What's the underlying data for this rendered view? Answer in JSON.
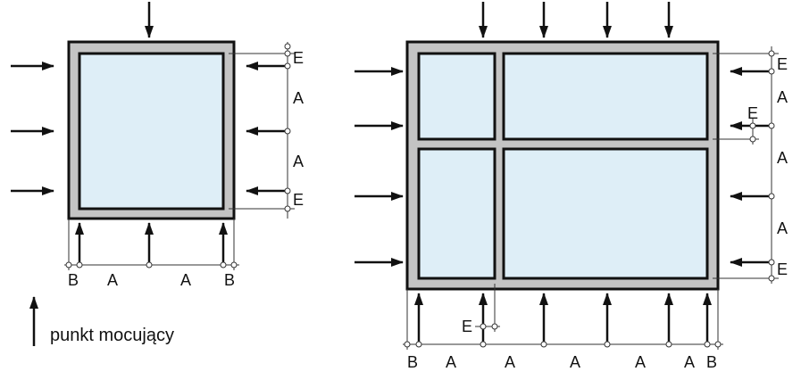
{
  "diagram": {
    "left_window": {
      "right_dims": [
        "E",
        "A",
        "A",
        "E"
      ],
      "bottom_dims": [
        "B",
        "A",
        "A",
        "B"
      ]
    },
    "right_window": {
      "right_dims": [
        "E",
        "E",
        "A",
        "A",
        "A",
        "E"
      ],
      "bottom_dims": [
        "B",
        "A",
        "A",
        "A",
        "A",
        "A",
        "B"
      ],
      "bottom_extra": "E"
    },
    "legend": {
      "icon": "up-arrow-icon",
      "label": "punkt mocujący"
    },
    "colors": {
      "frame": "#c4c4c4",
      "glass": "#deeef7",
      "stroke": "#111111"
    }
  }
}
